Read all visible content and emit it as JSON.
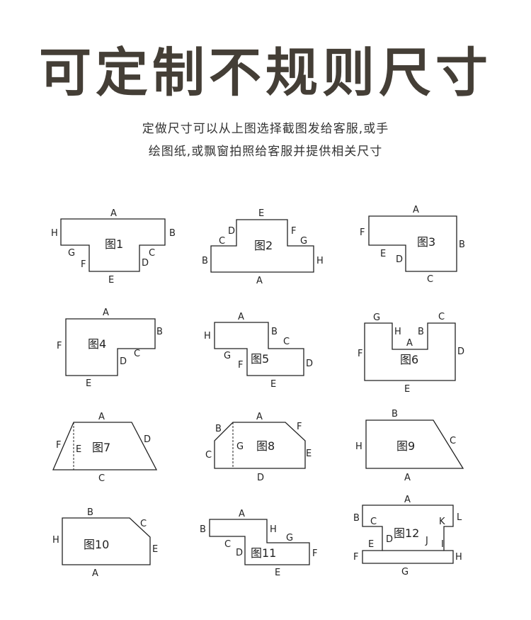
{
  "title": "可定制不规则尺寸",
  "description": {
    "line1": "定做尺寸可以从上图选择截图发给客服,或手",
    "line2": "绘图纸,或飘窗拍照给客服并提供相关尺寸"
  },
  "figures": [
    {
      "name": "图1",
      "labels": [
        "A",
        "B",
        "C",
        "D",
        "E",
        "F",
        "G",
        "H"
      ]
    },
    {
      "name": "图2",
      "labels": [
        "E",
        "D",
        "F",
        "C",
        "G",
        "B",
        "H",
        "A"
      ]
    },
    {
      "name": "图3",
      "labels": [
        "A",
        "F",
        "B",
        "E",
        "D",
        "C"
      ]
    },
    {
      "name": "图4",
      "labels": [
        "A",
        "B",
        "F",
        "C",
        "D",
        "E"
      ]
    },
    {
      "name": "图5",
      "labels": [
        "A",
        "H",
        "B",
        "C",
        "G",
        "F",
        "D",
        "E"
      ]
    },
    {
      "name": "图6",
      "labels": [
        "G",
        "C",
        "H",
        "B",
        "A",
        "F",
        "D",
        "E"
      ]
    },
    {
      "name": "图7",
      "labels": [
        "A",
        "F",
        "E",
        "D",
        "C"
      ]
    },
    {
      "name": "图8",
      "labels": [
        "A",
        "B",
        "F",
        "C",
        "G",
        "E",
        "D"
      ]
    },
    {
      "name": "图9",
      "labels": [
        "B",
        "H",
        "C",
        "A"
      ]
    },
    {
      "name": "图10",
      "labels": [
        "B",
        "C",
        "H",
        "E",
        "A"
      ]
    },
    {
      "name": "图11",
      "labels": [
        "A",
        "B",
        "H",
        "G",
        "C",
        "D",
        "F",
        "E"
      ]
    },
    {
      "name": "图12",
      "labels": [
        "A",
        "B",
        "C",
        "K",
        "L",
        "E",
        "D",
        "J",
        "I",
        "F",
        "H",
        "G"
      ]
    }
  ]
}
